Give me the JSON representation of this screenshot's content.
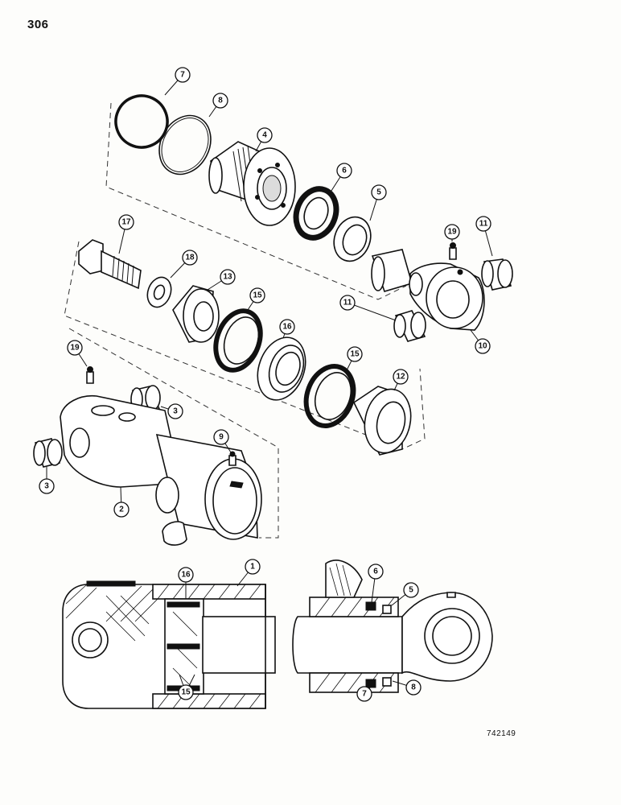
{
  "page_number": "306",
  "figure_id": "742149",
  "callouts": [
    {
      "id": "c7a",
      "label": "7"
    },
    {
      "id": "c8a",
      "label": "8"
    },
    {
      "id": "c4",
      "label": "4"
    },
    {
      "id": "c6a",
      "label": "6"
    },
    {
      "id": "c5a",
      "label": "5"
    },
    {
      "id": "c19a",
      "label": "19"
    },
    {
      "id": "c11a",
      "label": "11"
    },
    {
      "id": "c17",
      "label": "17"
    },
    {
      "id": "c18",
      "label": "18"
    },
    {
      "id": "c13",
      "label": "13"
    },
    {
      "id": "c15a",
      "label": "15"
    },
    {
      "id": "c11b",
      "label": "11"
    },
    {
      "id": "c10",
      "label": "10"
    },
    {
      "id": "c16a",
      "label": "16"
    },
    {
      "id": "c15b",
      "label": "15"
    },
    {
      "id": "c12",
      "label": "12"
    },
    {
      "id": "c19b",
      "label": "19"
    },
    {
      "id": "c3a",
      "label": "3"
    },
    {
      "id": "c9",
      "label": "9"
    },
    {
      "id": "c3b",
      "label": "3"
    },
    {
      "id": "c2",
      "label": "2"
    },
    {
      "id": "c1",
      "label": "1"
    },
    {
      "id": "c16b",
      "label": "16"
    },
    {
      "id": "c6b",
      "label": "6"
    },
    {
      "id": "c5b",
      "label": "5"
    },
    {
      "id": "c15c",
      "label": "15"
    },
    {
      "id": "c7b",
      "label": "7"
    },
    {
      "id": "c8b",
      "label": "8"
    }
  ]
}
